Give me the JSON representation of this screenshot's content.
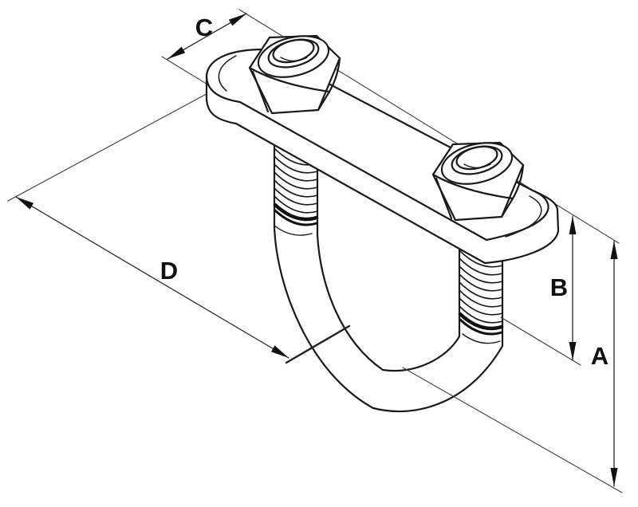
{
  "drawing": {
    "type": "technical-line-drawing",
    "subject": "U-bolt clamp with retaining plate and two hex nuts, isometric view",
    "background_color": "#ffffff",
    "line_color": "#1a1a1a",
    "labels": [
      {
        "id": "dim-a",
        "text": "A",
        "annotates": "outer vertical dimension, right side"
      },
      {
        "id": "dim-b",
        "text": "B",
        "annotates": "inner vertical dimension, right side"
      },
      {
        "id": "dim-c",
        "text": "C",
        "annotates": "plate width dimension, top left"
      },
      {
        "id": "dim-d",
        "text": "D",
        "annotates": "diagonal overall dimension, left side"
      }
    ]
  }
}
